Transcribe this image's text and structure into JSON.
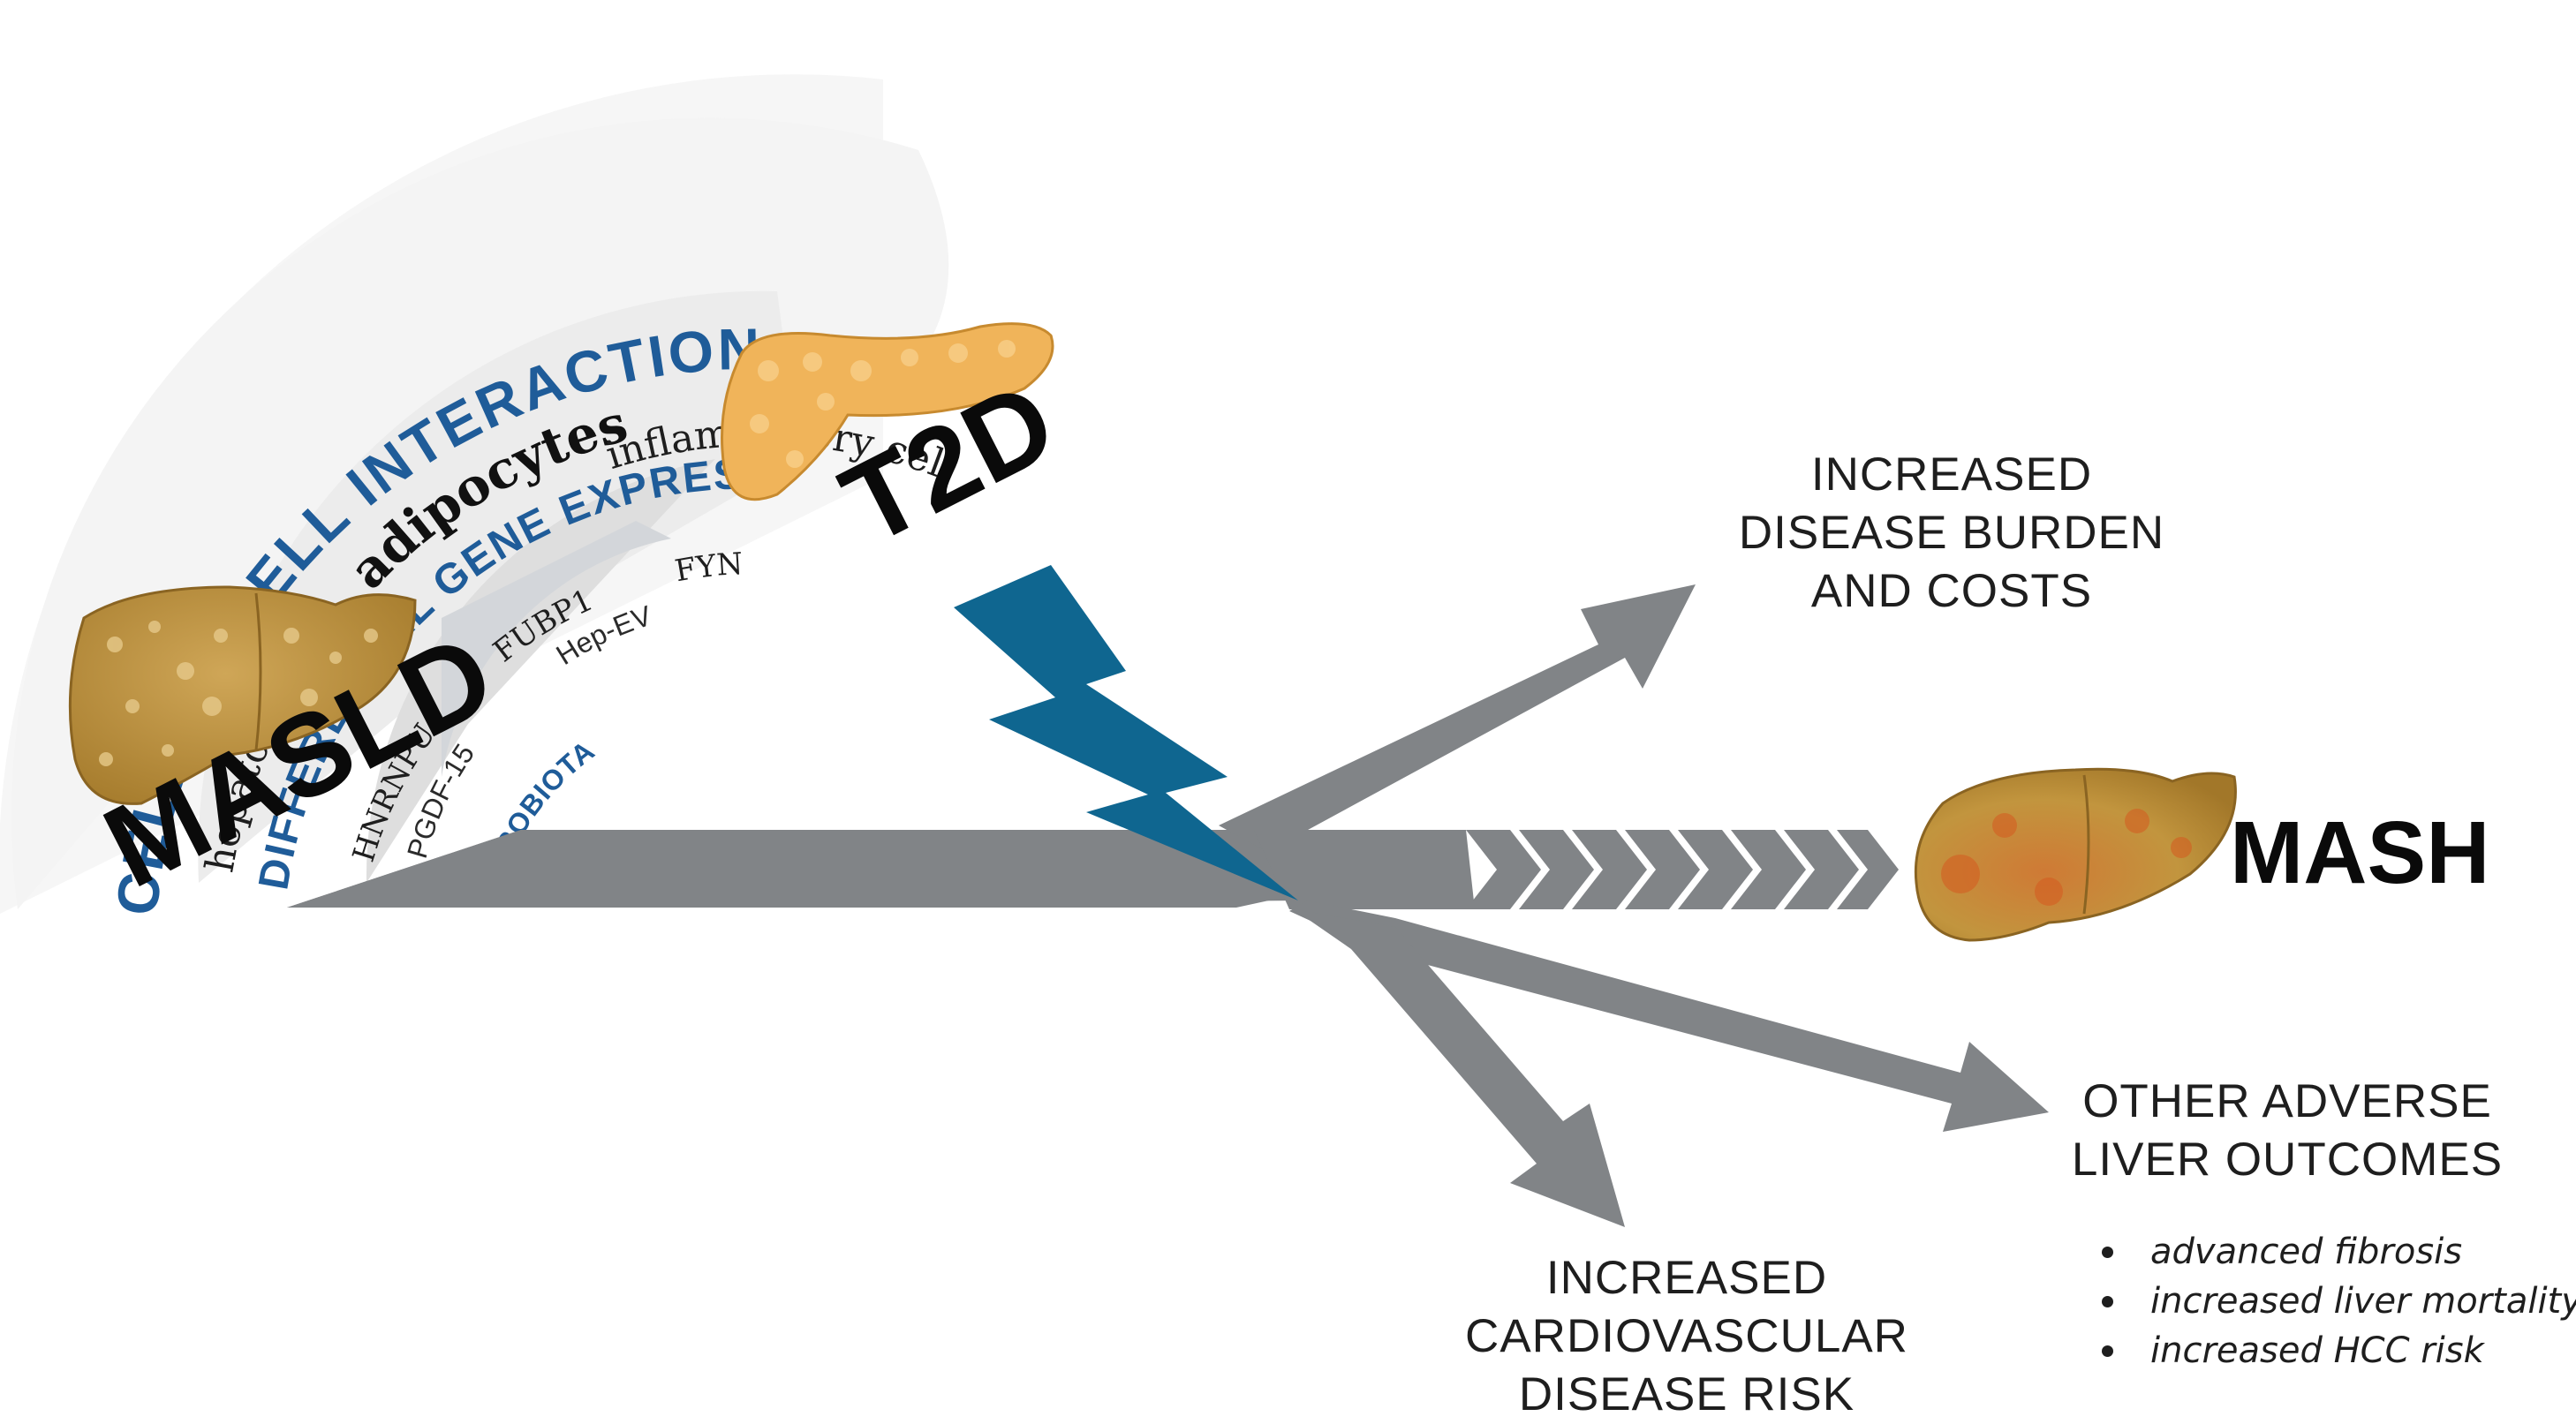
{
  "labels": {
    "masld": "MASLD",
    "t2d": "T2D",
    "mash": "MASH",
    "cell_to_cell": "CELL-TO-CELL INTERACTION",
    "differential": "DIFFERENTIAL GENE EXPRESSION",
    "microbiota": "MICROBIOTA",
    "hepatocytes": "hepatocytes",
    "adipocytes": "adipocytes",
    "inflammatory": "inflammatory cells",
    "hnrnpu": "HNRNPU",
    "fubp1": "FUBP1",
    "fyn": "FYN",
    "pgdf15": "PGDF-15",
    "hepev": "Hep-EV"
  },
  "outcomes": {
    "burden": [
      "INCREASED",
      "DISEASE BURDEN",
      "AND COSTS"
    ],
    "cardio": [
      "INCREASED",
      "CARDIOVASCULAR",
      "DISEASE RISK"
    ],
    "liver": [
      "OTHER ADVERSE",
      "LIVER OUTCOMES"
    ],
    "liver_bullets": [
      "advanced fibrosis",
      "increased liver mortality",
      "increased HCC risk"
    ]
  },
  "colors": {
    "arrow_gray": "#818487",
    "bolt_blue": "#0f6690",
    "title_blue": "#1f5c99",
    "liver_fill": "#c49a3e",
    "pancreas_fill": "#f0b45a"
  }
}
